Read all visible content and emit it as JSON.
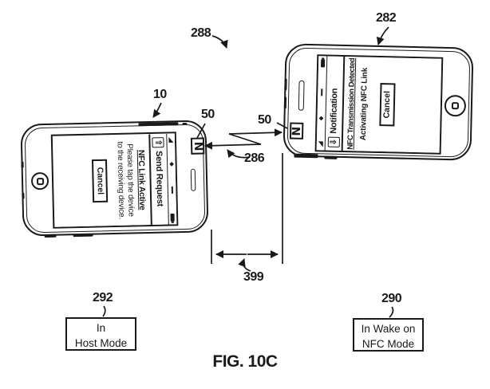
{
  "figure": {
    "caption": "FIG. 10C"
  },
  "ref_labels": {
    "system": "288",
    "phone1": "10",
    "nfc1": "50",
    "nfc2": "50",
    "transmission": "286",
    "phone2": "282",
    "distance": "399",
    "host_ref": "292",
    "wake_ref": "290"
  },
  "phone1": {
    "title": "Send Request",
    "title_icon": "⇧",
    "nfc_badge": "N",
    "heading": "NFC Link Active",
    "line1": "Please tap the device",
    "line2": "to the receiving device.",
    "button": "Cancel"
  },
  "phone2": {
    "title": "Notification",
    "title_icon": "⇩",
    "nfc_badge": "N",
    "heading": "NFC Transmission Detected",
    "line1": "Activating NFC Link",
    "button": "Cancel"
  },
  "mode_boxes": {
    "host": {
      "line1": "In",
      "line2": "Host Mode"
    },
    "wake": {
      "line1": "In Wake on",
      "line2": "NFC Mode"
    }
  },
  "icons": {
    "phone1_title_icon": "up-arrow-in-box",
    "phone2_title_icon": "down-arrow-in-box",
    "nfc_mark": "letter-N-in-box",
    "status_icons": "signal-triangle, diamond, time-dash, battery"
  },
  "colors": {
    "ink": "#1a1a1a",
    "paper": "#ffffff"
  }
}
